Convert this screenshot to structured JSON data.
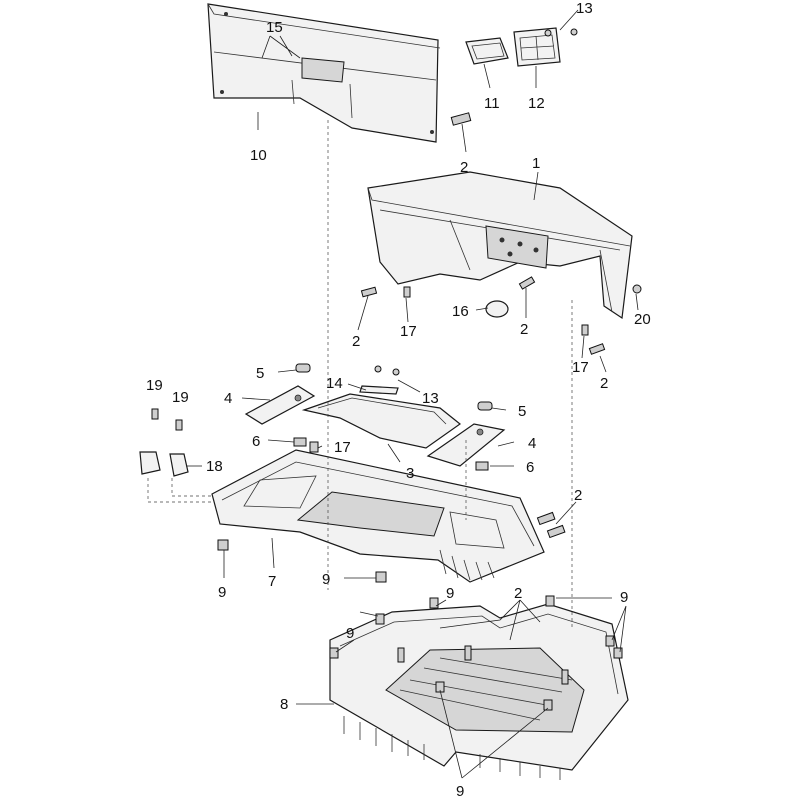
{
  "callouts": {
    "c1": "1",
    "c2a": "2",
    "c2b": "2",
    "c2c": "2",
    "c2d": "2",
    "c2e": "2",
    "c2f": "2",
    "c3": "3",
    "c4a": "4",
    "c4b": "4",
    "c5a": "5",
    "c5b": "5",
    "c6a": "6",
    "c6b": "6",
    "c7": "7",
    "c8": "8",
    "c9a": "9",
    "c9b": "9",
    "c9c": "9",
    "c9d": "9",
    "c9e": "9",
    "c9f": "9",
    "c10": "10",
    "c11": "11",
    "c12": "12",
    "c13a": "13",
    "c13b": "13",
    "c14": "14",
    "c15": "15",
    "c16": "16",
    "c17a": "17",
    "c17b": "17",
    "c17c": "17",
    "c18": "18",
    "c19a": "19",
    "c19b": "19",
    "c20": "20"
  }
}
